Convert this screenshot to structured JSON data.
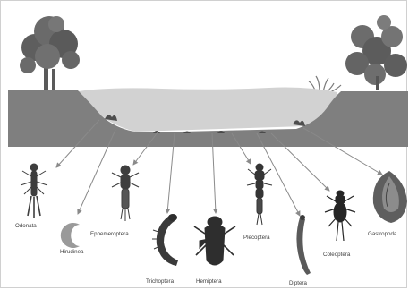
{
  "diagram": {
    "colors": {
      "bank": "#7f7f7f",
      "water": "#d2d2d2",
      "tree_dark": "#5e5e5e",
      "tree_light": "#8e8e8e",
      "arrow": "#8a8a8a",
      "organism": "#3e3e3e"
    },
    "organisms": [
      {
        "id": "odonata",
        "label": "Odonata",
        "icon": "damselfly-nymph-icon"
      },
      {
        "id": "hirudinea",
        "label": "Hirudinea",
        "icon": "leech-icon"
      },
      {
        "id": "ephemeroptera",
        "label": "Ephemeroptera",
        "icon": "mayfly-nymph-icon"
      },
      {
        "id": "trichoptera",
        "label": "Trichoptera",
        "icon": "caddisfly-larva-icon"
      },
      {
        "id": "hemiptera",
        "label": "Hemiptera",
        "icon": "water-bug-icon"
      },
      {
        "id": "plecoptera",
        "label": "Plecoptera",
        "icon": "stonefly-nymph-icon"
      },
      {
        "id": "diptera",
        "label": "Diptera",
        "icon": "fly-larva-icon"
      },
      {
        "id": "coleoptera",
        "label": "Coleoptera",
        "icon": "water-beetle-icon"
      },
      {
        "id": "gastropoda",
        "label": "Gastropoda",
        "icon": "snail-shell-icon"
      }
    ]
  }
}
